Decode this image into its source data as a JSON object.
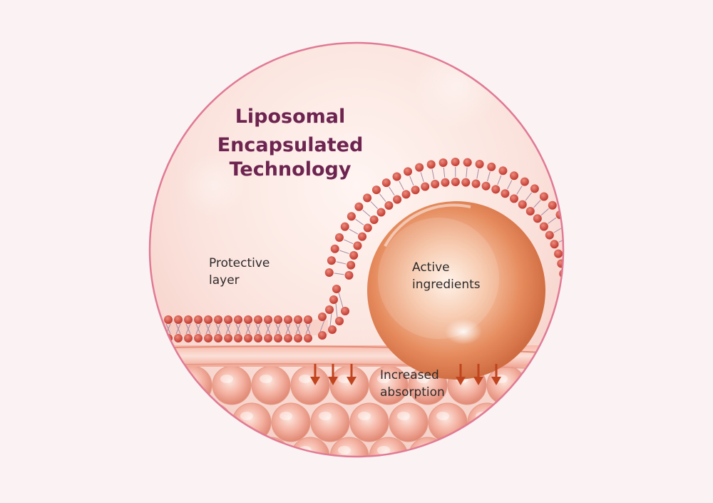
{
  "title": {
    "lines": [
      "Liposomal",
      "Encapsulated",
      "Technology"
    ]
  },
  "labels": {
    "protective_layer": [
      "Protective",
      "layer"
    ],
    "active_ingredients": [
      "Active",
      "ingredients"
    ],
    "increased_absorption": [
      "Increased",
      "absorption"
    ]
  },
  "icons": {
    "lipid_head": "lipid-head-icon",
    "absorption_arrow": "down-arrow-icon"
  },
  "colors": {
    "page_background": "#fbf3f3",
    "circle_border": "#e07a95",
    "title": "#6e2450",
    "text": "#2e2a2b",
    "lipid_head": "#c9453a",
    "lipid_tail": "#a58aa4",
    "arrow": "#c0441e",
    "sphere_core": "#e98d5f",
    "cell": "#ee9d88"
  }
}
